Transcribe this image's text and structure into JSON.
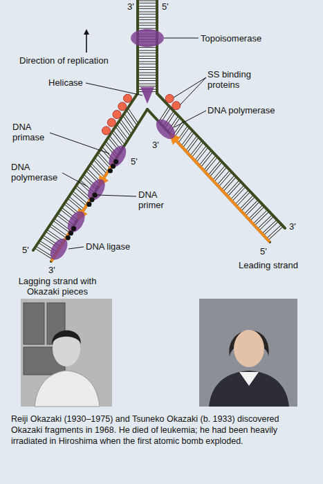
{
  "diagram": {
    "caption": "Reiji Okazaki (1930–1975) and Tsuneko Okazaki (b. 1933) discovered Okazaki fragments in 1968. He died of leukemia; he had been heavily irradiated in Hiroshima when the first atomic bomb exploded.",
    "labels": [
      "3'",
      "5'",
      "Direction of replication",
      "Topoisomerase",
      "Helicase",
      "SS binding proteins",
      "DNA polymerase",
      "3'",
      "DNA primase",
      "5'",
      "DNA polymerase",
      "DNA primer",
      "DNA ligase",
      "5'",
      "3'",
      "Lagging strand with Okazaki pieces",
      "5'",
      "3'",
      "Leading strand"
    ]
  }
}
